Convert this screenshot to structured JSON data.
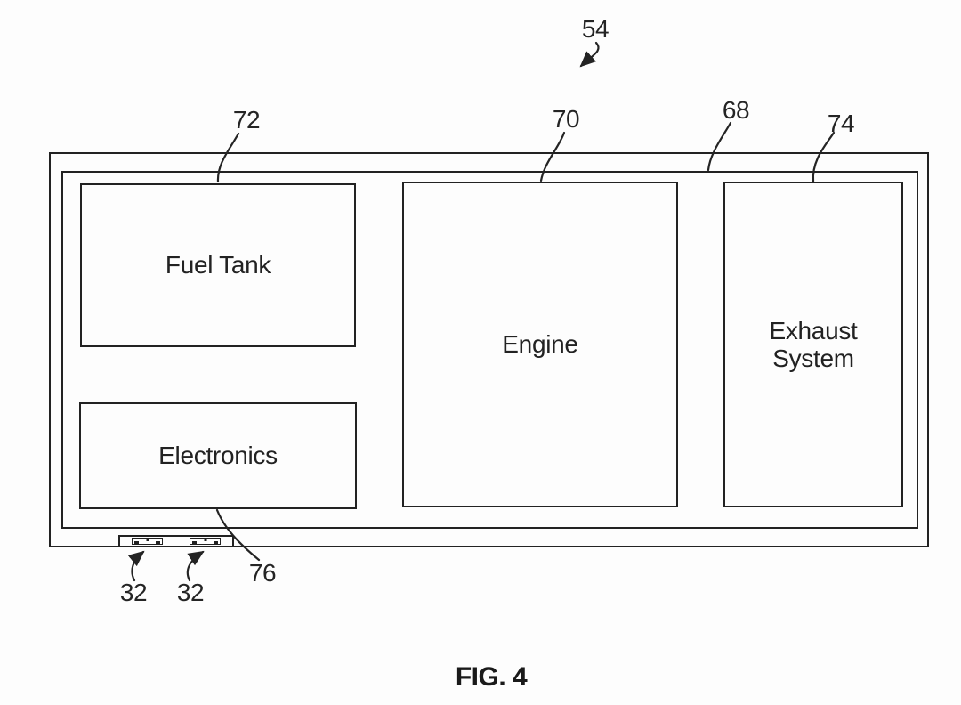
{
  "figure": {
    "caption": "FIG. 4",
    "components": {
      "fuel_tank": "Fuel Tank",
      "electronics": "Electronics",
      "engine": "Engine",
      "exhaust": "Exhaust System"
    },
    "refs": {
      "assembly": "54",
      "enclosure": "68",
      "engine": "70",
      "fuel_tank": "72",
      "exhaust": "74",
      "electronics": "76",
      "port_left": "32",
      "port_right": "32"
    }
  }
}
